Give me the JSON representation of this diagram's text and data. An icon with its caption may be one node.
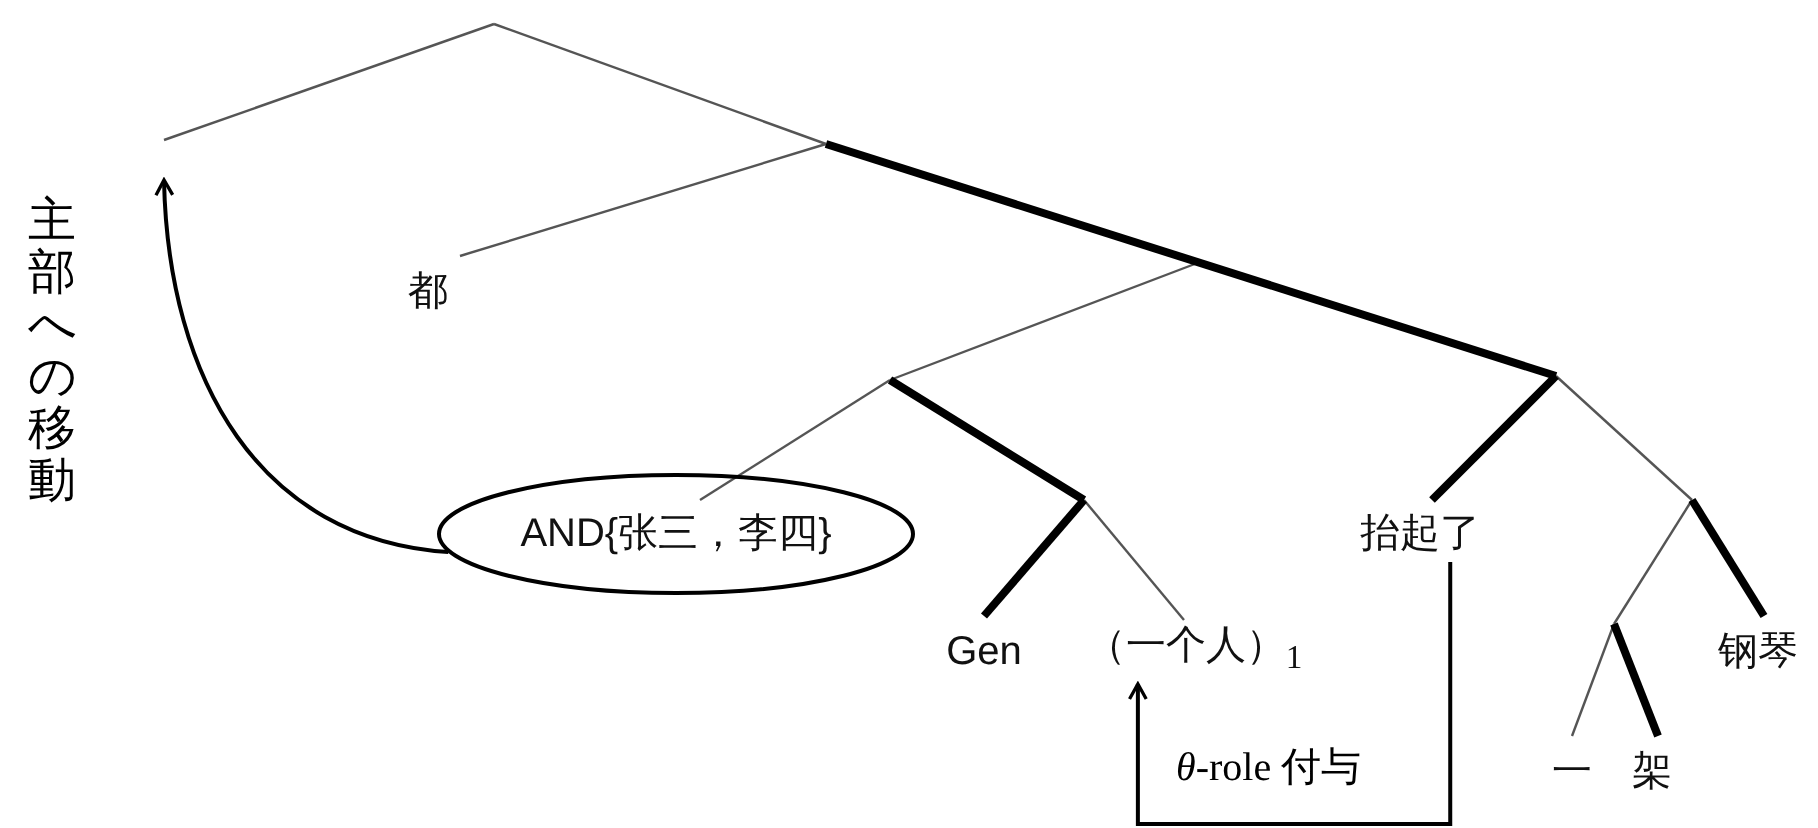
{
  "diagram": {
    "nodes": [
      {
        "text": [
          "都"
        ]
      },
      {
        "text": [
          "AND{张三，李四}"
        ]
      },
      {
        "text": [
          "Gen"
        ]
      },
      {
        "text": [
          "（一个人）$_{1}$"
        ]
      },
      {
        "text": [
          "抬起了"
        ]
      },
      {
        "text": [
          "一"
        ]
      },
      {
        "text": [
          "架"
        ]
      },
      {
        "text": [
          "钢琴"
        ]
      }
    ],
    "edges": [
      {
        "from": 1,
        "to": null,
        "arrow": "to",
        "label": "主部への移動"
      },
      {
        "from": 4,
        "to": 3,
        "arrow": "to",
        "label": "*θ*-role 付与"
      }
    ]
  }
}
